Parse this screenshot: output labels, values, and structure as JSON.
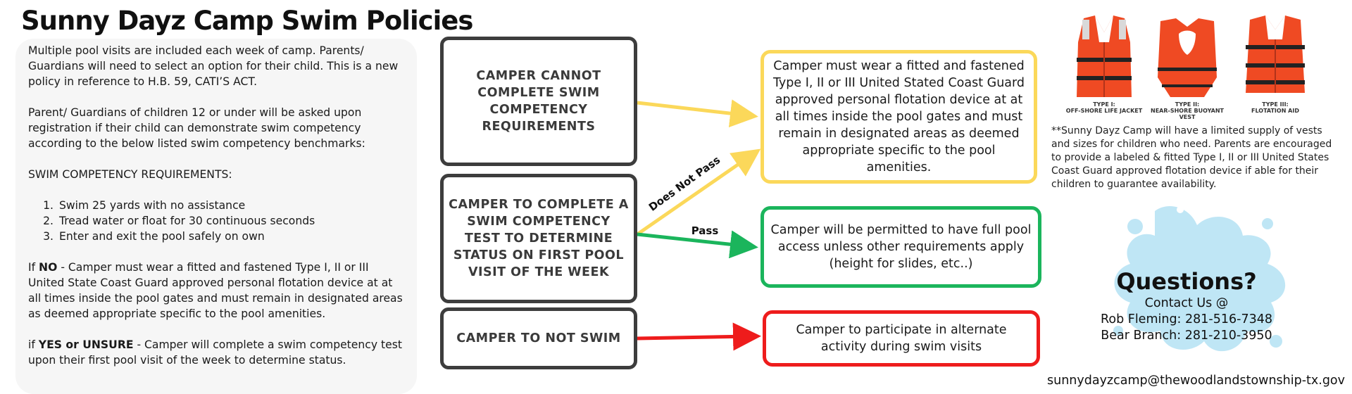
{
  "title": "Sunny Dayz Camp Swim Policies",
  "policy": {
    "intro": "Multiple pool visits are included each week of camp. Parents/ Guardians will need to select an option for their child.  This is a new policy in reference to H.B. 59, CATI’S ACT.",
    "parents_note": "Parent/ Guardians of children 12 or under will be asked upon registration if their child can demonstrate swim competency according to the below listed swim competency benchmarks:",
    "requirements_heading": "SWIM COMPETENCY REQUIREMENTS:",
    "requirements": [
      {
        "num": "1.",
        "text": "Swim 25 yards with no assistance"
      },
      {
        "num": "2.",
        "text": "Tread water or float for 30 continuous seconds"
      },
      {
        "num": "3.",
        "text": "Enter and exit the pool safely on own"
      }
    ],
    "if_no_prefix": "If ",
    "if_no_keyword": "NO",
    "if_no_text": " - Camper must wear a fitted and fastened Type I, II or III United State Coast Guard approved personal flotation device at at all times inside the pool gates and must remain in designated areas as deemed appropriate specific to the pool amenities.",
    "if_yes_prefix": "if ",
    "if_yes_keyword": "YES or UNSURE",
    "if_yes_text": " - Camper will complete a swim competency test upon their first pool visit of the week to determine status."
  },
  "flow": {
    "cannot": "CAMPER CANNOT COMPLETE SWIM COMPETENCY REQUIREMENTS",
    "test": "CAMPER TO COMPLETE A SWIM COMPETENCY TEST TO DETERMINE STATUS ON FIRST POOL VISIT OF THE WEEK",
    "no_swim": "CAMPER TO NOT SWIM",
    "outcome_pfd": "Camper must wear a fitted and fastened Type I, II or III United Stated Coast Guard approved personal flotation device at at all times inside the pool gates and must remain in designated areas as deemed appropriate specific to the pool amenities.",
    "outcome_full": "Camper will be permitted to have full pool access unless other requirements apply (height for slides, etc..)",
    "outcome_alt": "Camper to participate in alternate activity during swim visits",
    "label_not_pass": "Does Not Pass",
    "label_pass": "Pass"
  },
  "colors": {
    "yellow": "#fbd85a",
    "green": "#1bb55c",
    "red": "#ee1c1c",
    "dark_border": "#3d3d3d",
    "vest_orange": "#ef4a23",
    "splash_blue": "#bfe6f5"
  },
  "vests": [
    {
      "label": "TYPE I:\nOFF-SHORE LIFE JACKET",
      "icon": "offshore-life-jacket-icon"
    },
    {
      "label": "TYPE II:\nNEAR-SHORE BUOYANT VEST",
      "icon": "nearshore-vest-icon"
    },
    {
      "label": "TYPE III:\nFLOTATION AID",
      "icon": "flotation-aid-icon"
    }
  ],
  "supply_note": "**Sunny Dayz Camp will have a limited supply of vests and sizes for children who need.  Parents are encouraged to provide a labeled & fitted Type I, II or III United States Coast Guard approved flotation device if able for their children to guarantee availability.",
  "contact": {
    "title": "Questions?",
    "subtitle": "Contact Us @",
    "line1": "Rob Fleming:  281-516-7348",
    "line2": "Bear Branch:  281-210-3950",
    "email": "sunnydayzcamp@thewoodlandstownship-tx.gov"
  }
}
